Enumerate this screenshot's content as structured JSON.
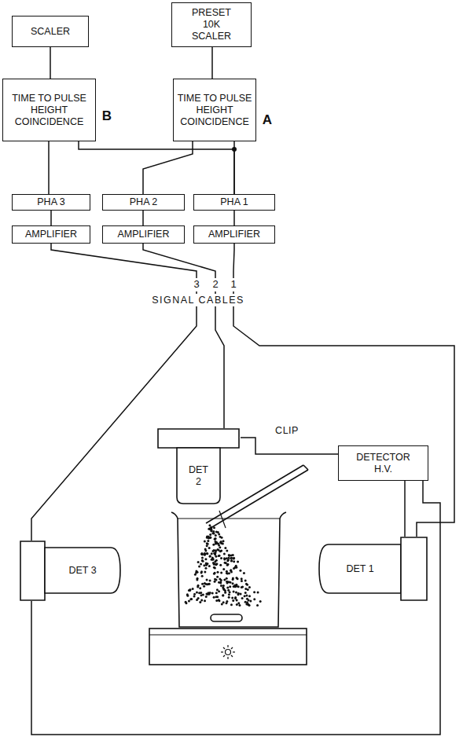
{
  "diagram": {
    "nodes": [
      {
        "text": [
          "SCALER"
        ]
      },
      {
        "text": [
          "PRESET 10K SCALER"
        ]
      },
      {
        "text": [
          "TIME TO PULSE HEIGHT COINCIDENCE"
        ]
      },
      {
        "text": [
          "TIME TO PULSE HEIGHT COINCIDENCE"
        ]
      },
      {
        "text": [
          "PHA 3"
        ]
      },
      {
        "text": [
          "PHA 2"
        ]
      },
      {
        "text": [
          "PHA 1"
        ]
      },
      {
        "text": [
          "AMPLIFIER"
        ]
      },
      {
        "text": [
          "AMPLIFIER"
        ]
      },
      {
        "text": [
          "AMPLIFIER"
        ]
      },
      {
        "text": [
          "DETECTOR H.V."
        ]
      },
      {
        "text": [
          "DET 2"
        ]
      },
      {
        "text": [
          "DET 1"
        ]
      },
      {
        "text": [
          "DET 3"
        ]
      }
    ],
    "edges": [
      {
        "from": 0,
        "to": 2,
        "arrow": "none"
      },
      {
        "from": 1,
        "to": 3,
        "arrow": "none"
      },
      {
        "from": 4,
        "to": 2,
        "arrow": "none"
      },
      {
        "from": 5,
        "to": 3,
        "arrow": "none"
      },
      {
        "from": 6,
        "to": 3,
        "arrow": "none"
      },
      {
        "from": 6,
        "to": 2,
        "arrow": "none"
      },
      {
        "from": 7,
        "to": 4,
        "arrow": "none"
      },
      {
        "from": 8,
        "to": 5,
        "arrow": "none"
      },
      {
        "from": 9,
        "to": 6,
        "arrow": "none"
      },
      {
        "from": 13,
        "to": 7,
        "arrow": "none"
      },
      {
        "from": 11,
        "to": 8,
        "arrow": "none"
      },
      {
        "from": 12,
        "to": 9,
        "arrow": "none"
      },
      {
        "from": 10,
        "to": 11,
        "arrow": "none"
      },
      {
        "from": 10,
        "to": 12,
        "arrow": "none"
      },
      {
        "from": 10,
        "to": 13,
        "arrow": "none"
      }
    ],
    "labels": [
      "B",
      "A",
      "3",
      "2",
      "1",
      "SIGNAL CABLES",
      "CLIP"
    ]
  }
}
